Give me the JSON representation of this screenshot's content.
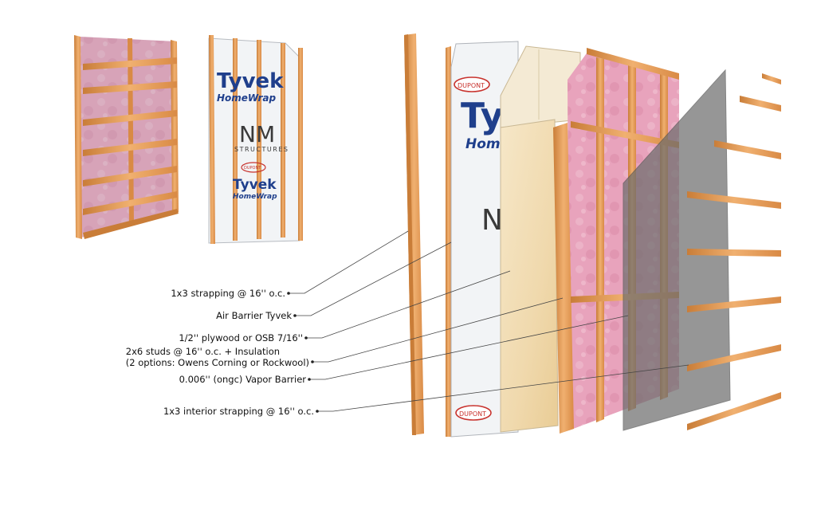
{
  "callouts": [
    {
      "id": "strapping-exterior",
      "lines": [
        "1x3 strapping @ 16'' o.c."
      ]
    },
    {
      "id": "air-barrier",
      "lines": [
        "Air Barrier Tyvek"
      ]
    },
    {
      "id": "sheathing",
      "lines": [
        "1/2'' plywood or OSB 7/16''"
      ]
    },
    {
      "id": "studs-insulation",
      "lines": [
        "2x6 studs @ 16'' o.c. + Insulation",
        "(2 options: Owens Corning or Rockwool)"
      ]
    },
    {
      "id": "vapor-barrier",
      "lines": [
        "0.006'' (ongc) Vapor Barrier"
      ]
    },
    {
      "id": "strapping-interior",
      "lines": [
        "1x3 interior strapping @ 16'' o.c."
      ]
    }
  ],
  "wrap_print": {
    "brand": "DUPONT",
    "product": "Tyvek",
    "product_partial": "Tyv",
    "subline": "HomeWrap",
    "subline_partial": "Home",
    "company": "STRUCTURES",
    "company_mark": "NM"
  },
  "colors": {
    "wood": "#e8a15a",
    "wood_dark": "#c97d38",
    "insulation": "#e9a7bf",
    "tyvek_white": "#f2f4f6",
    "tyvek_blue": "#1f3f8c",
    "dupont_red": "#c8322d",
    "plywood": "#f3dfb8",
    "vapor_barrier": "#6e6e6e"
  }
}
